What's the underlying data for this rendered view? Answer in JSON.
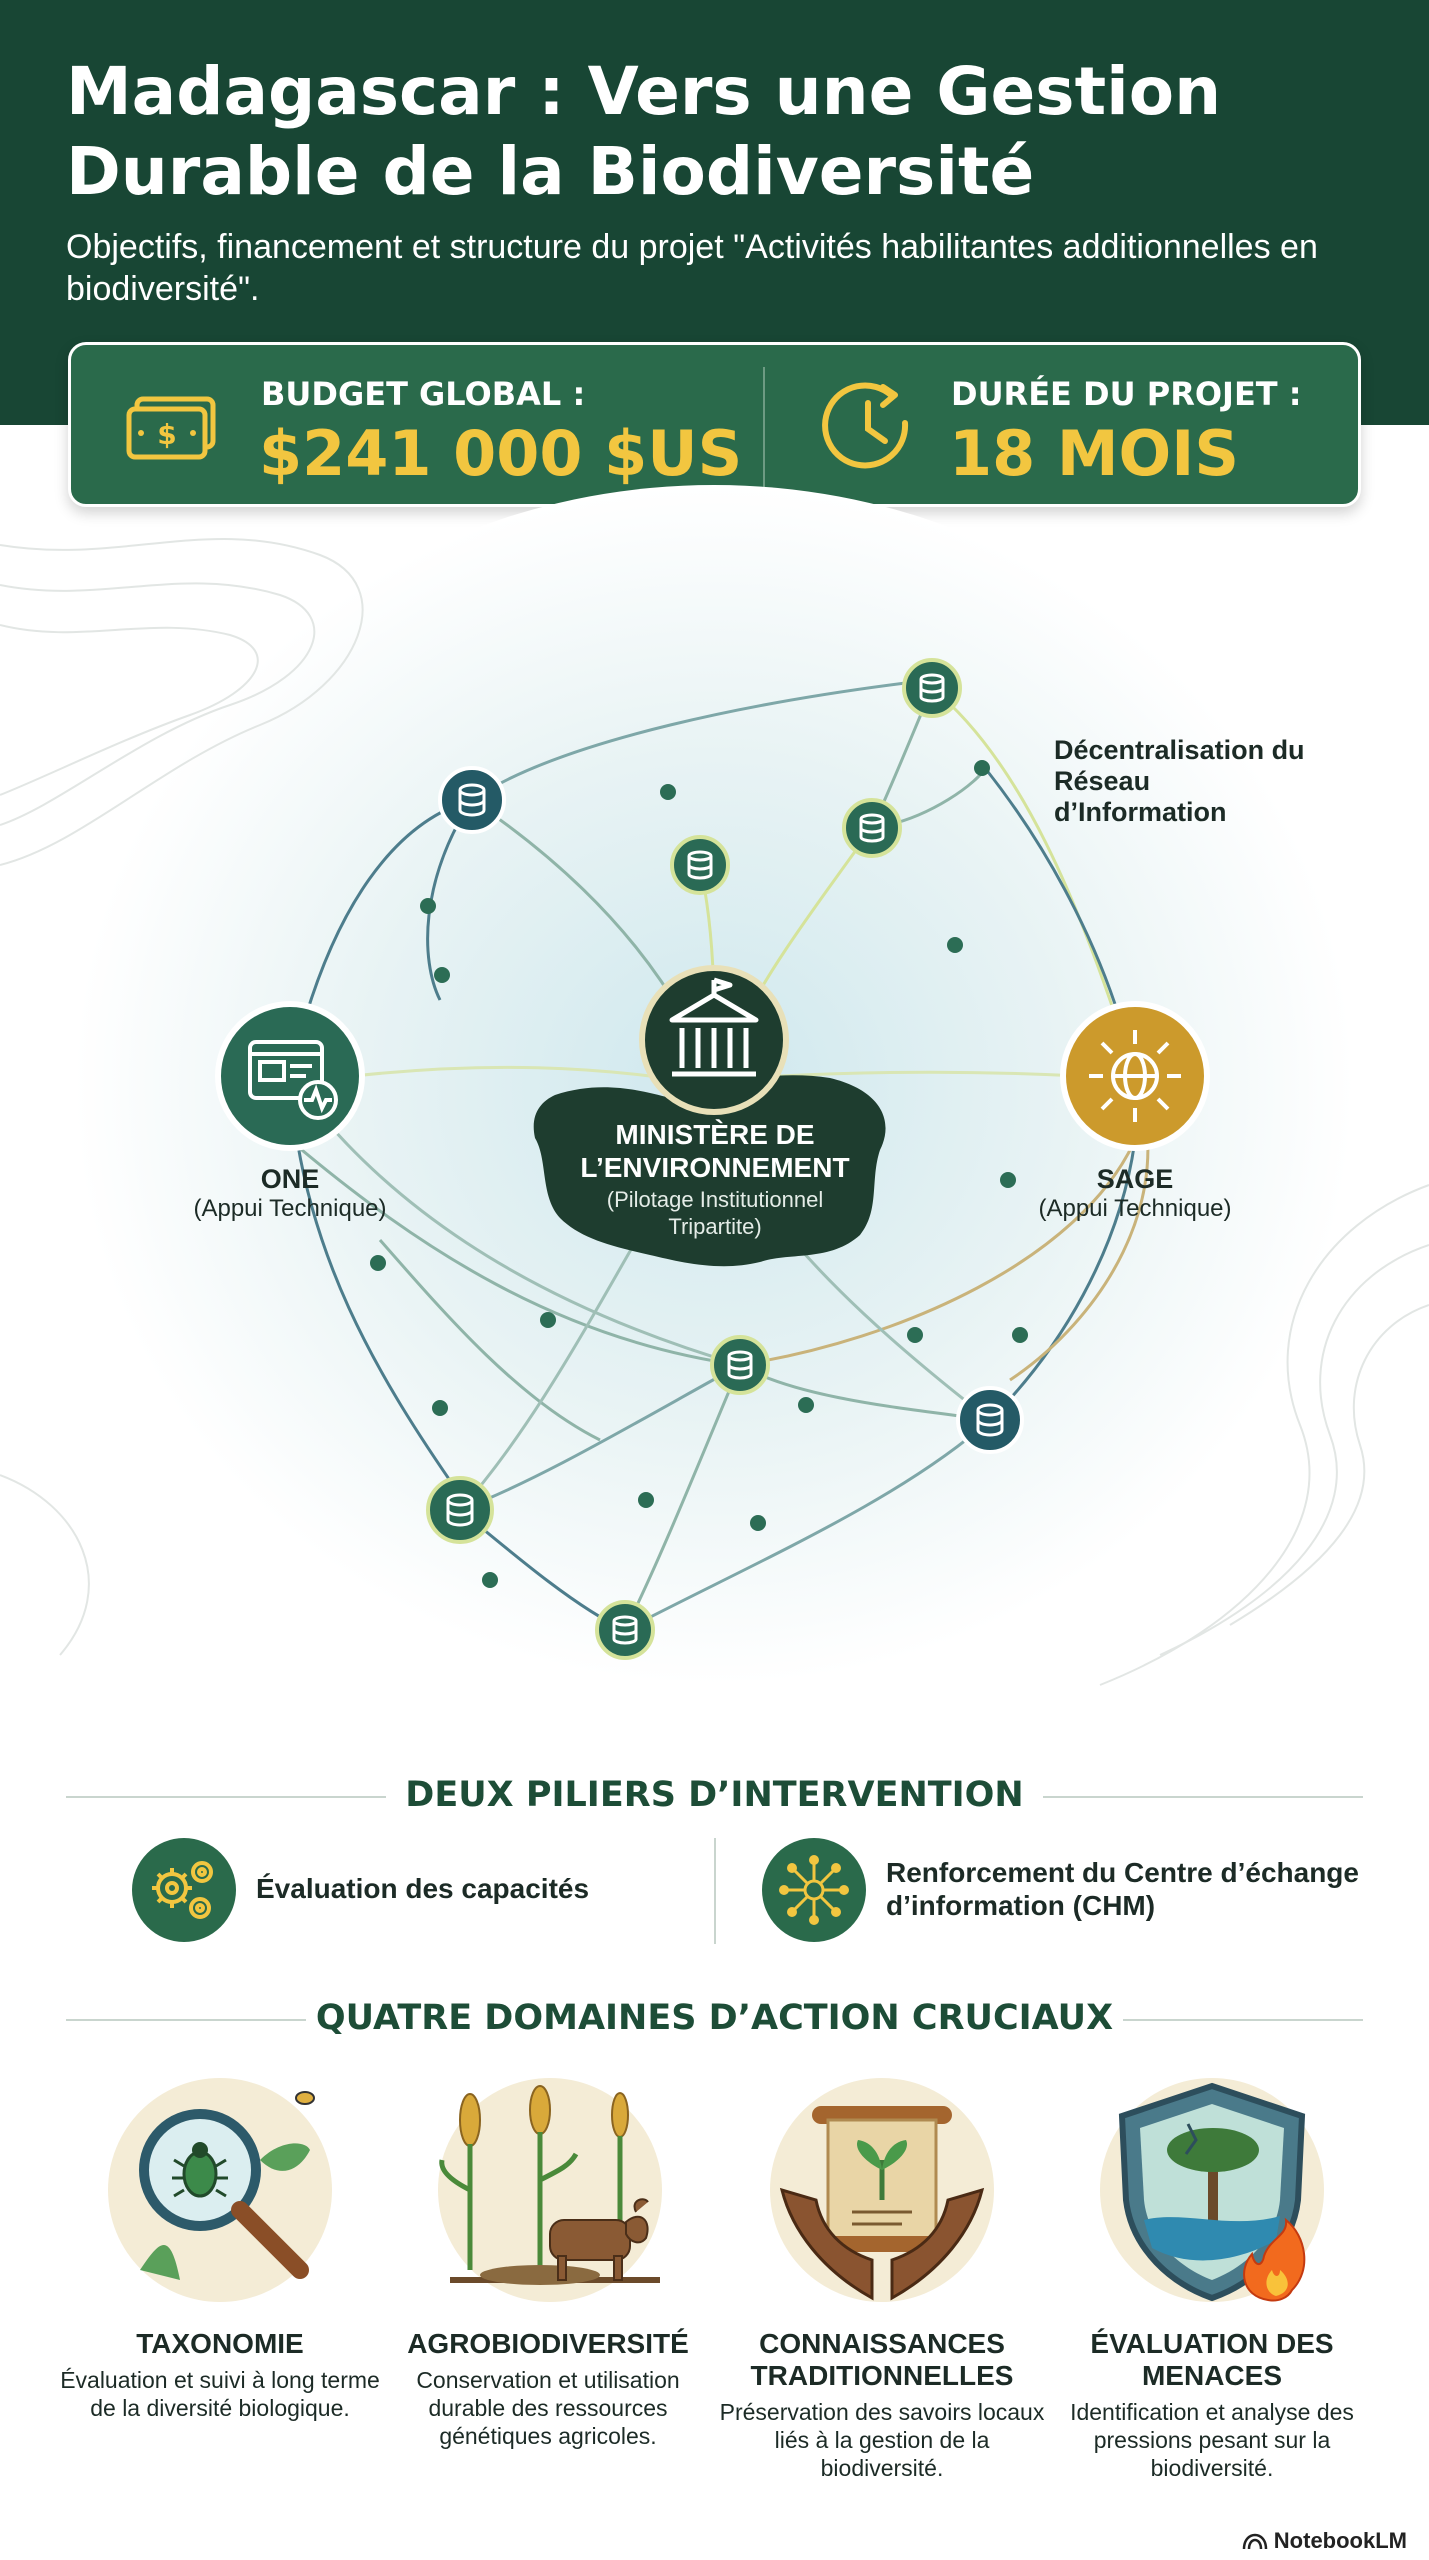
{
  "header": {
    "title": "Madagascar : Vers une Gestion Durable de la Biodiversité",
    "subtitle": "Objectifs, financement et structure du projet \"Activités habilitantes additionnelles en biodiversité\".",
    "background_color": "#184634"
  },
  "stats": {
    "budget": {
      "label": "BUDGET GLOBAL :",
      "value": "$241 000 $US",
      "icon": "money-icon"
    },
    "duration": {
      "label": "DURÉE DU PROJET :",
      "value": "18 MOIS",
      "icon": "clock-icon"
    },
    "accent_color": "#f2c640"
  },
  "network": {
    "center": {
      "title": "MINISTÈRE DE L’ENVIRONNEMENT",
      "subtitle": "(Pilotage Institutionnel Tripartite)",
      "icon": "government-building-icon"
    },
    "left": {
      "name": "ONE",
      "role": "(Appui Technique)",
      "icon": "dashboard-monitor-icon"
    },
    "right": {
      "name": "SAGE",
      "role": "(Appui Technique)",
      "icon": "globe-network-icon"
    },
    "decentralisation_label": "Décentralisation du Réseau d’Information",
    "node_icon": "database-icon"
  },
  "pillars": {
    "title": "DEUX PILIERS D’INTERVENTION",
    "items": [
      {
        "label": "Évaluation des capacités",
        "icon": "gears-icon"
      },
      {
        "label": "Renforcement du Centre d’échange d’information (CHM)",
        "icon": "hub-network-icon"
      }
    ]
  },
  "domains": {
    "title": "QUATRE DOMAINES D’ACTION CRUCIAUX",
    "items": [
      {
        "title": "TAXONOMIE",
        "description": "Évaluation et suivi à long terme de la diversité biologique.",
        "icon": "magnifier-beetle-icon"
      },
      {
        "title": "AGROBIODIVERSITÉ",
        "description": "Conservation et utilisation durable des ressources génétiques agricoles.",
        "icon": "crops-zebu-icon"
      },
      {
        "title": "CONNAISSANCES TRADITIONNELLES",
        "description": "Préservation des savoirs locaux liés à la gestion de la biodiversité.",
        "icon": "hands-scroll-icon"
      },
      {
        "title": "ÉVALUATION DES MENACES",
        "description": "Identification et analyse des pressions pesant sur la biodiversité.",
        "icon": "shield-fire-icon"
      }
    ]
  },
  "brand": {
    "label": "NotebookLM"
  }
}
